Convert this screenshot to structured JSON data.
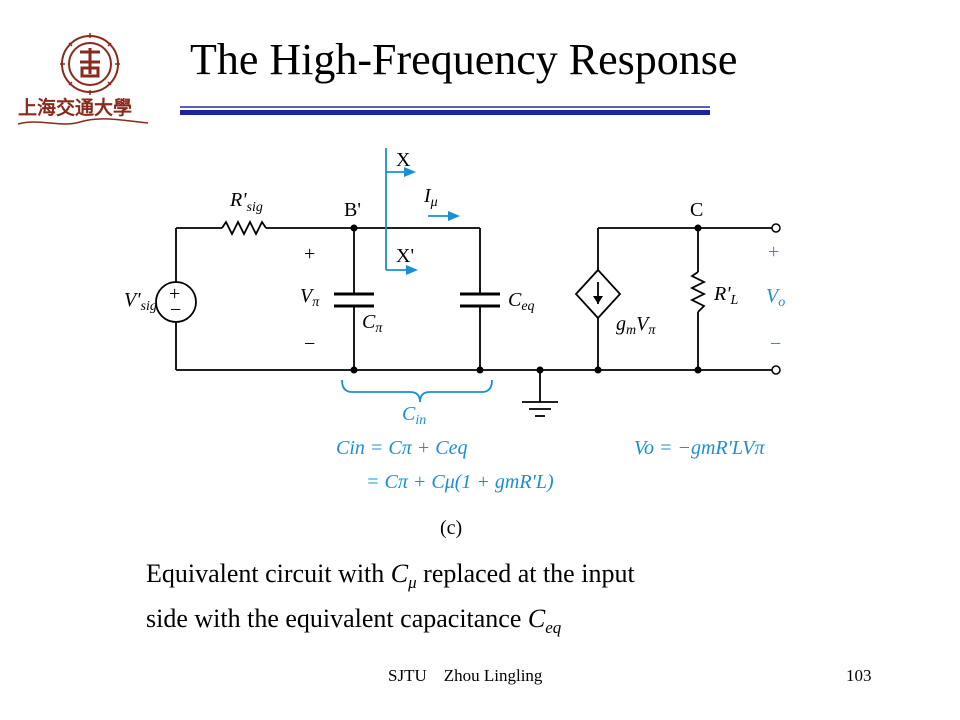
{
  "slide": {
    "title": "The High-Frequency Response",
    "logo_text": "上海交通大學",
    "footer_author": "SJTU    Zhou Lingling",
    "page_number": "103"
  },
  "caption": {
    "line1_prefix": "Equivalent circuit with ",
    "c_mu": "C",
    "c_mu_sub": "μ",
    "line1_suffix": " replaced at the input",
    "line2_prefix": "side with the equivalent capacitance ",
    "c_eq": "C",
    "c_eq_sub": "eq"
  },
  "circuit": {
    "source": "V'",
    "source_sub": "sig",
    "r_sig": "R'",
    "r_sig_sub": "sig",
    "node_b": "B'",
    "node_c": "C",
    "x_label": "X",
    "x_prime_label": "X'",
    "i_mu": "I",
    "i_mu_sub": "μ",
    "plus": "+",
    "minus": "−",
    "v_pi": "V",
    "v_pi_sub": "π",
    "c_pi": "C",
    "c_pi_sub": "π",
    "c_eq": "C",
    "c_eq_sub": "eq",
    "gm_vpi": "g",
    "gm_sub": "m",
    "gm_v": "V",
    "gm_v_sub": "π",
    "r_l": "R'",
    "r_l_sub": "L",
    "v_o": "V",
    "v_o_sub": "o",
    "c_in": "C",
    "c_in_sub": "in",
    "eq1": "Cin = Cπ + Ceq",
    "eq2": "= Cπ + Cμ(1 + gmR'L)",
    "eq3": "Vo = −gmR'LVπ",
    "figure_label": "(c)",
    "accent_color": "#1a8fd6"
  }
}
